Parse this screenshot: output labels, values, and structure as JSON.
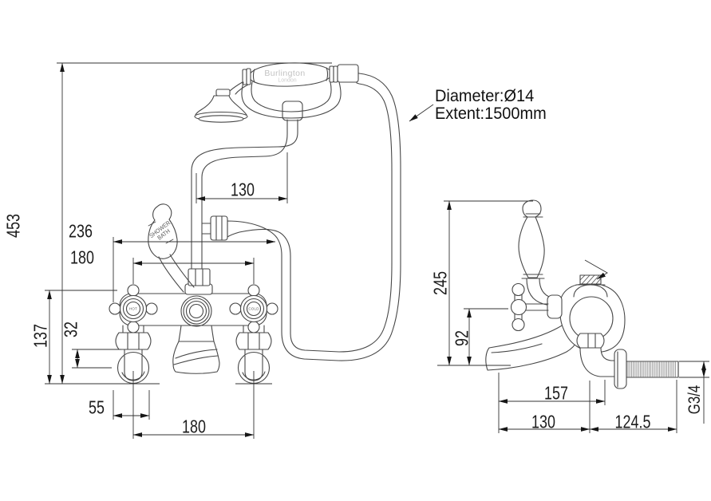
{
  "annotations": {
    "diameter_note": "Diameter:Ø14",
    "extent_note": "Extent:1500mm"
  },
  "handset": {
    "brand": "Burlington",
    "brand_sub": "London"
  },
  "lever": {
    "line1": "SHOWER",
    "line2": "BATH"
  },
  "valves": {
    "hot": "HOT",
    "cold": "COLD"
  },
  "dimensions": {
    "front": {
      "overall_height": "453",
      "depth_to_hose": "236",
      "handle_centers_top": "180",
      "cradle_offset": "130",
      "body_height": "137",
      "inlet_offset": "32",
      "flange_width": "55",
      "inlet_centers": "180"
    },
    "side": {
      "height_above_spout": "245",
      "handle_height": "92",
      "spout_to_inlet": "157",
      "spout_reach": "130",
      "inlet_length": "124.5",
      "thread_size": "G3/4"
    }
  },
  "colors": {
    "line": "#474747",
    "dim_line": "#333333",
    "arrow": "#161616"
  }
}
